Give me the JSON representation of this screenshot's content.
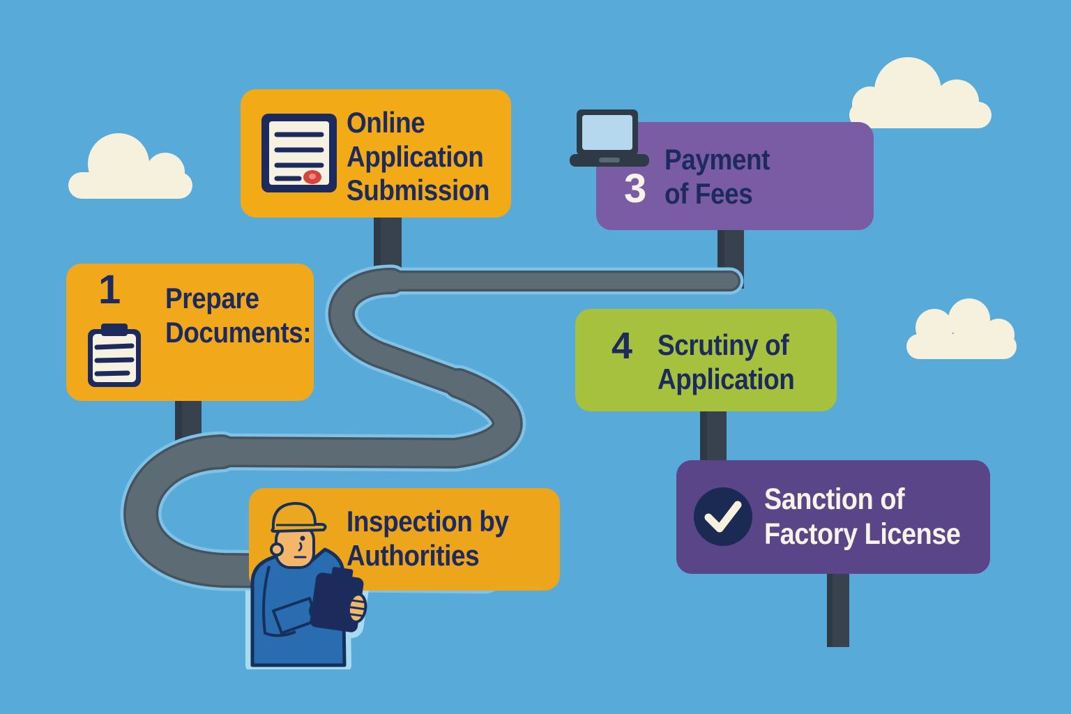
{
  "steps": [
    {
      "number": "1",
      "lines": [
        "Prepare",
        "Documents:"
      ],
      "icon": "clipboard-icon",
      "box_color": "#f1a81b",
      "text_color": "#1c2a5e"
    },
    {
      "number": "",
      "lines": [
        "Online",
        "Application",
        "Submission"
      ],
      "icon": "document-with-seal-icon",
      "box_color": "#f2aa17",
      "text_color": "#1c2a5e"
    },
    {
      "number": "3",
      "lines": [
        "Payment",
        "of Fees"
      ],
      "icon": "laptop-icon",
      "box_color": "#7a5ca4",
      "text_color": "#1c2a5e",
      "number_color": "#f7f3e7"
    },
    {
      "number": "4",
      "lines": [
        "Scrutiny of",
        "Application"
      ],
      "icon": "",
      "box_color": "#a6c13d",
      "text_color": "#1c2a5e"
    },
    {
      "number": "",
      "lines": [
        "Inspection by",
        "Authorities"
      ],
      "icon": "inspector-with-clipboard-illustration",
      "box_color": "#eda51c",
      "text_color": "#1c2a5e"
    },
    {
      "number": "",
      "lines": [
        "Sanction of",
        "Factory License"
      ],
      "icon": "checkmark-circle-icon",
      "box_color": "#5a4589",
      "text_color": "#f7f3e7"
    }
  ],
  "palette": {
    "sky": "#58aad8",
    "cloud": "#f6f1dc",
    "road_fill": "#5d6b75",
    "road_edge": "#46525c",
    "road_halo": "#7ec2e7",
    "signpost": "#37424e",
    "amber": "#f1a81b",
    "orange": "#eda51c",
    "purple": "#7a5ca4",
    "dark_purple": "#5a4589",
    "green": "#a6c13d",
    "navy": "#1c2a5e",
    "cream": "#f7f3e7",
    "seal_red": "#d5453c",
    "screen_blue": "#b5d8ef",
    "skin": "#f4b76a",
    "jacket_blue": "#2a6cb0"
  }
}
